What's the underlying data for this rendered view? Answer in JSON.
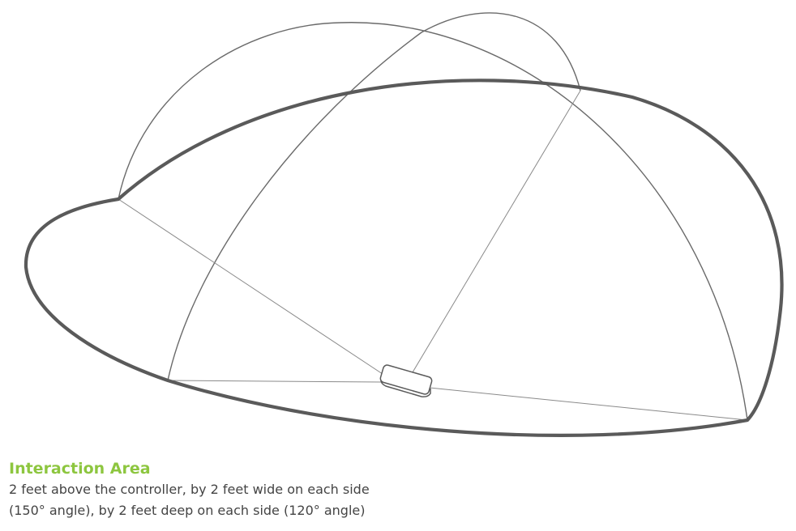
{
  "caption": {
    "title": "Interaction Area",
    "lines": [
      "2 feet above the controller, by 2 feet wide on each side",
      "(150° angle), by 2 feet deep on each side (120° angle)"
    ]
  },
  "colors": {
    "title": "#8dc63f",
    "body_text": "#444444",
    "outline": "#5a5a5a",
    "arc": "#6a6a6a",
    "ray": "#8a8a8a",
    "controller_fill": "#ffffff"
  }
}
